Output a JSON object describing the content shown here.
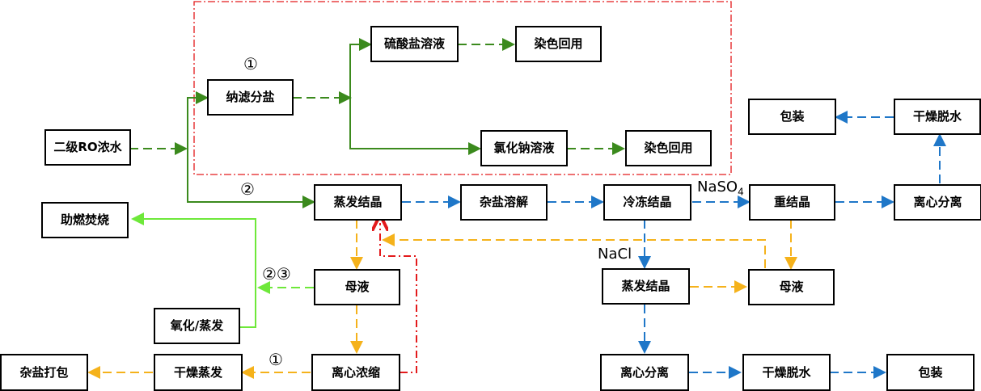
{
  "nodes": {
    "ro_conc": "二级RO浓水",
    "nf_split": "纳滤分盐",
    "sulfate_sol": "硫酸盐溶液",
    "dye_reuse_1": "染色回用",
    "nacl_sol": "氯化钠溶液",
    "dye_reuse_2": "染色回用",
    "evap_cryst_1": "蒸发结晶",
    "mixed_salt_dissolve": "杂盐溶解",
    "freeze_cryst": "冷冻结晶",
    "recryst": "重结晶",
    "centrifuge_1": "离心分离",
    "dry_dewater_1": "干燥脱水",
    "pack_1": "包装",
    "combustion": "助燃焚烧",
    "mother_liquor_1": "母液",
    "oxid_evap": "氧化/蒸发",
    "evap_cryst_2": "蒸发结晶",
    "mother_liquor_2": "母液",
    "centrifuge_conc": "离心浓缩",
    "dry_evap": "干燥蒸发",
    "mixed_salt_pack": "杂盐打包",
    "centrifuge_2": "离心分离",
    "dry_dewater_2": "干燥脱水",
    "pack_2": "包装"
  },
  "labels": {
    "circled_1_top": "①",
    "circled_2": "②",
    "circled_23": "②③",
    "circled_1_bottom": "①",
    "naso4_base": "NaSO",
    "naso4_sub": "4",
    "nacl": "NaCl"
  },
  "colors": {
    "dark_green": "#3b8a1d",
    "light_green": "#6ee83a",
    "blue": "#1f77c8",
    "orange": "#f5b21b",
    "red": "#e31a1c"
  }
}
